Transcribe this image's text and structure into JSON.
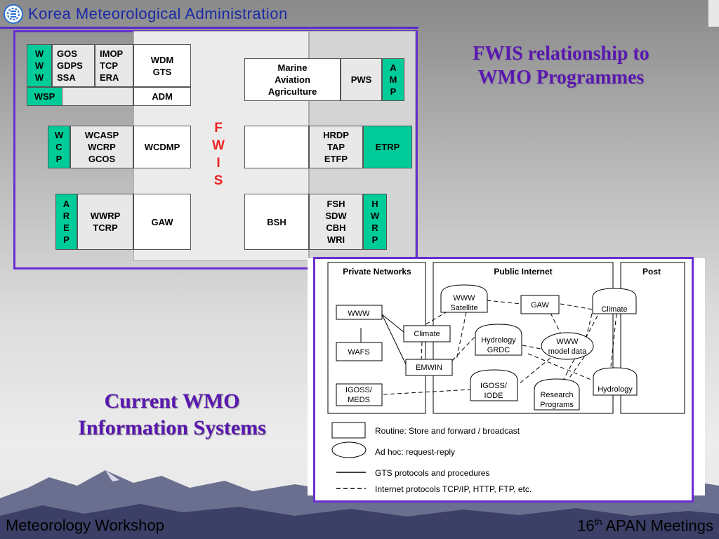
{
  "header": {
    "title": "Korea Meteorological Administration"
  },
  "footer": {
    "left": "Meteorology Workshop",
    "right_prefix": "16",
    "right_sup": "th",
    "right_suffix": " APAN Meetings"
  },
  "fwis_diagram": {
    "fwis_letters": [
      "F",
      "W",
      "I",
      "S"
    ],
    "row1": {
      "www": "W\nW\nW",
      "gos": "GOS\nGDPS\nSSA",
      "imop": "IMOP\nTCP\nERA",
      "wdm": "WDM\nGTS",
      "wsp": "WSP",
      "adm": "ADM",
      "marine": "Marine\nAviation\nAgriculture",
      "pws": "PWS",
      "amp": "A\nM\nP"
    },
    "row2": {
      "wcp": "W\nC\nP",
      "wcasp": "WCASP\nWCRP\nGCOS",
      "wcdmp": "WCDMP",
      "hrdp": "HRDP\nTAP\nETFP",
      "etrp": "ETRP"
    },
    "row3": {
      "arep": "A\nR\nE\nP",
      "wwrp": "WWRP\nTCRP",
      "gaw": "GAW",
      "bsh": "BSH",
      "fsh": "FSH\nSDW\nCBH\nWRI",
      "hwrp": "H\nW\nR\nP"
    },
    "colors": {
      "green": "#00cc99",
      "frame": "#6a2ed0",
      "fwis_red": "#ee2222"
    }
  },
  "titles": {
    "fwis_relationship": "FWIS relationship to\nWMO Programmes",
    "current_wmo": "Current WMO\nInformation Systems"
  },
  "info_systems_diagram": {
    "sections": {
      "private": "Private Networks",
      "public": "Public Internet",
      "post": "Post"
    },
    "nodes": {
      "www": "WWW",
      "wafs": "WAFS",
      "igoss_meds": "IGOSS/\nMEDS",
      "climate_mid": "Climate",
      "emwin": "EMWIN",
      "www_satellite": "WWW\nSatellite",
      "gaw": "GAW",
      "hydrology_grdc": "Hydrology\nGRDC",
      "www_model": "WWW\nmodel data",
      "igoss_iode": "IGOSS/\nIODE",
      "research": "Research\nPrograms",
      "climate_post": "Climate",
      "hydrology_post": "Hydrology"
    },
    "legend": {
      "routine": "Routine: Store and forward / broadcast",
      "adhoc": "Ad hoc: request-reply",
      "gts": "GTS protocols and procedures",
      "internet": "Internet protocols TCP/IP, HTTP, FTP, etc."
    }
  }
}
